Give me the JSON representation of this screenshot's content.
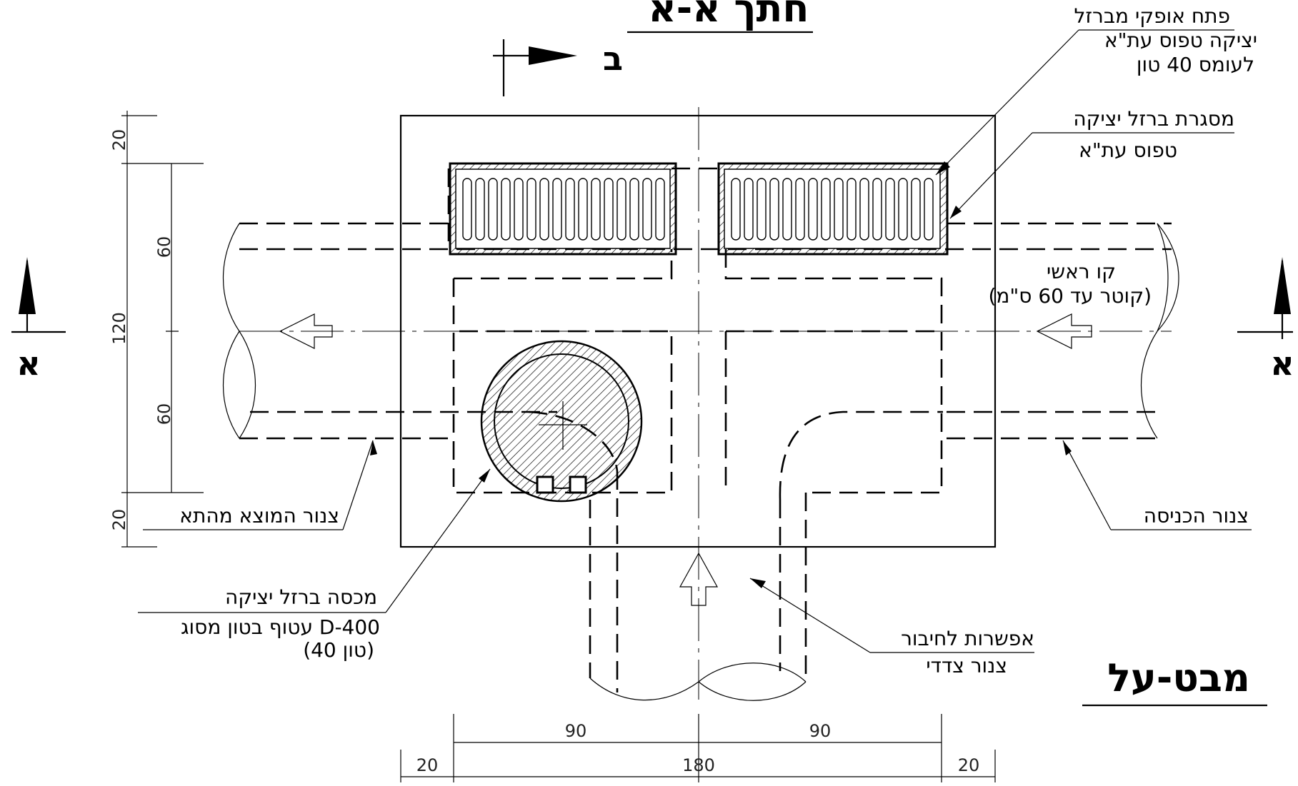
{
  "title_top": "חתך א-א",
  "title_plan": "מבט-על",
  "section_marks": {
    "left": "א",
    "right": "א",
    "top": "ב"
  },
  "labels": {
    "horizontal_opening": [
      "פתח אופקי מברזל",
      "יציקה טפוס עת\"א",
      "לעומס 40 טון"
    ],
    "frame": [
      "מסגרת ברזל יציקה",
      "טפוס עת\"א"
    ],
    "main_line": [
      "קו ראשי",
      "(קוטר עד 60 ס\"מ)"
    ],
    "outlet_pipe": "צנור המוצא מהתא",
    "inlet_pipe": "צנור הכניסה",
    "cover": [
      "מכסה ברזל יציקה",
      "עטוף בטון מסוג D-400",
      "(40 טון)"
    ],
    "side_connection": [
      "אפשרות לחיבור",
      "צנור צדדי"
    ]
  },
  "dimensions": {
    "vertical": [
      "20",
      "60",
      "120",
      "60",
      "20"
    ],
    "horizontal_top": [
      "90",
      "90"
    ],
    "horizontal_bottom": [
      "20",
      "180",
      "20"
    ]
  },
  "colors": {
    "line": "#000000",
    "background": "#ffffff"
  }
}
